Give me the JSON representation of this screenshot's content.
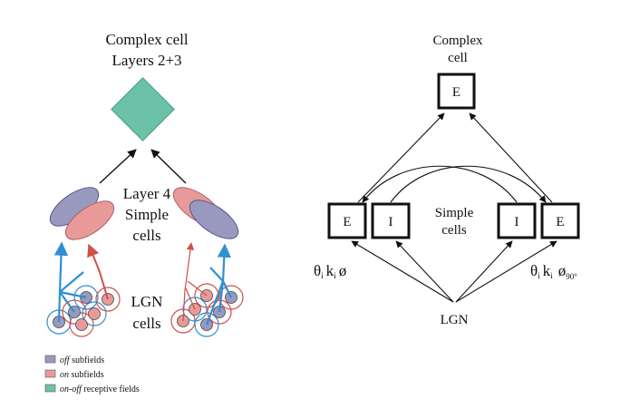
{
  "left_panel": {
    "complex_cell_line1": "Complex cell",
    "complex_cell_line2": "Layers 2+3",
    "layer4_line1": "Layer 4",
    "layer4_line2": "Simple",
    "layer4_line3": "cells",
    "lgn_line1": "LGN",
    "lgn_line2": "cells",
    "legend": [
      {
        "italic": "off",
        "rest": " subfields",
        "color": "#9999c0"
      },
      {
        "italic": "on",
        "rest": " subfields",
        "color": "#e89a9a"
      },
      {
        "italic": "on-off",
        "rest": " receptive fields",
        "color": "#6cc2a8"
      }
    ]
  },
  "right_panel": {
    "complex_line1": "Complex",
    "complex_line2": "cell",
    "top_box": "E",
    "box_left_e": "E",
    "box_left_i": "I",
    "box_right_i": "I",
    "box_right_e": "E",
    "simple_line1": "Simple",
    "simple_line2": "cells",
    "lgn": "LGN",
    "left_params": {
      "theta": "θ",
      "theta_sub": "i",
      "k": "k",
      "k_sub": "i",
      "phi": "ø"
    },
    "right_params": {
      "theta": "θ",
      "theta_sub": "i",
      "k": "k",
      "k_sub": "i",
      "phi": "ø",
      "phi_sub": "90°"
    }
  },
  "colors": {
    "off": "#9999c0",
    "on": "#e89a9a",
    "onoff": "#6cc2a8",
    "blue_line": "#2f8fd0",
    "red_line": "#d0504a"
  }
}
